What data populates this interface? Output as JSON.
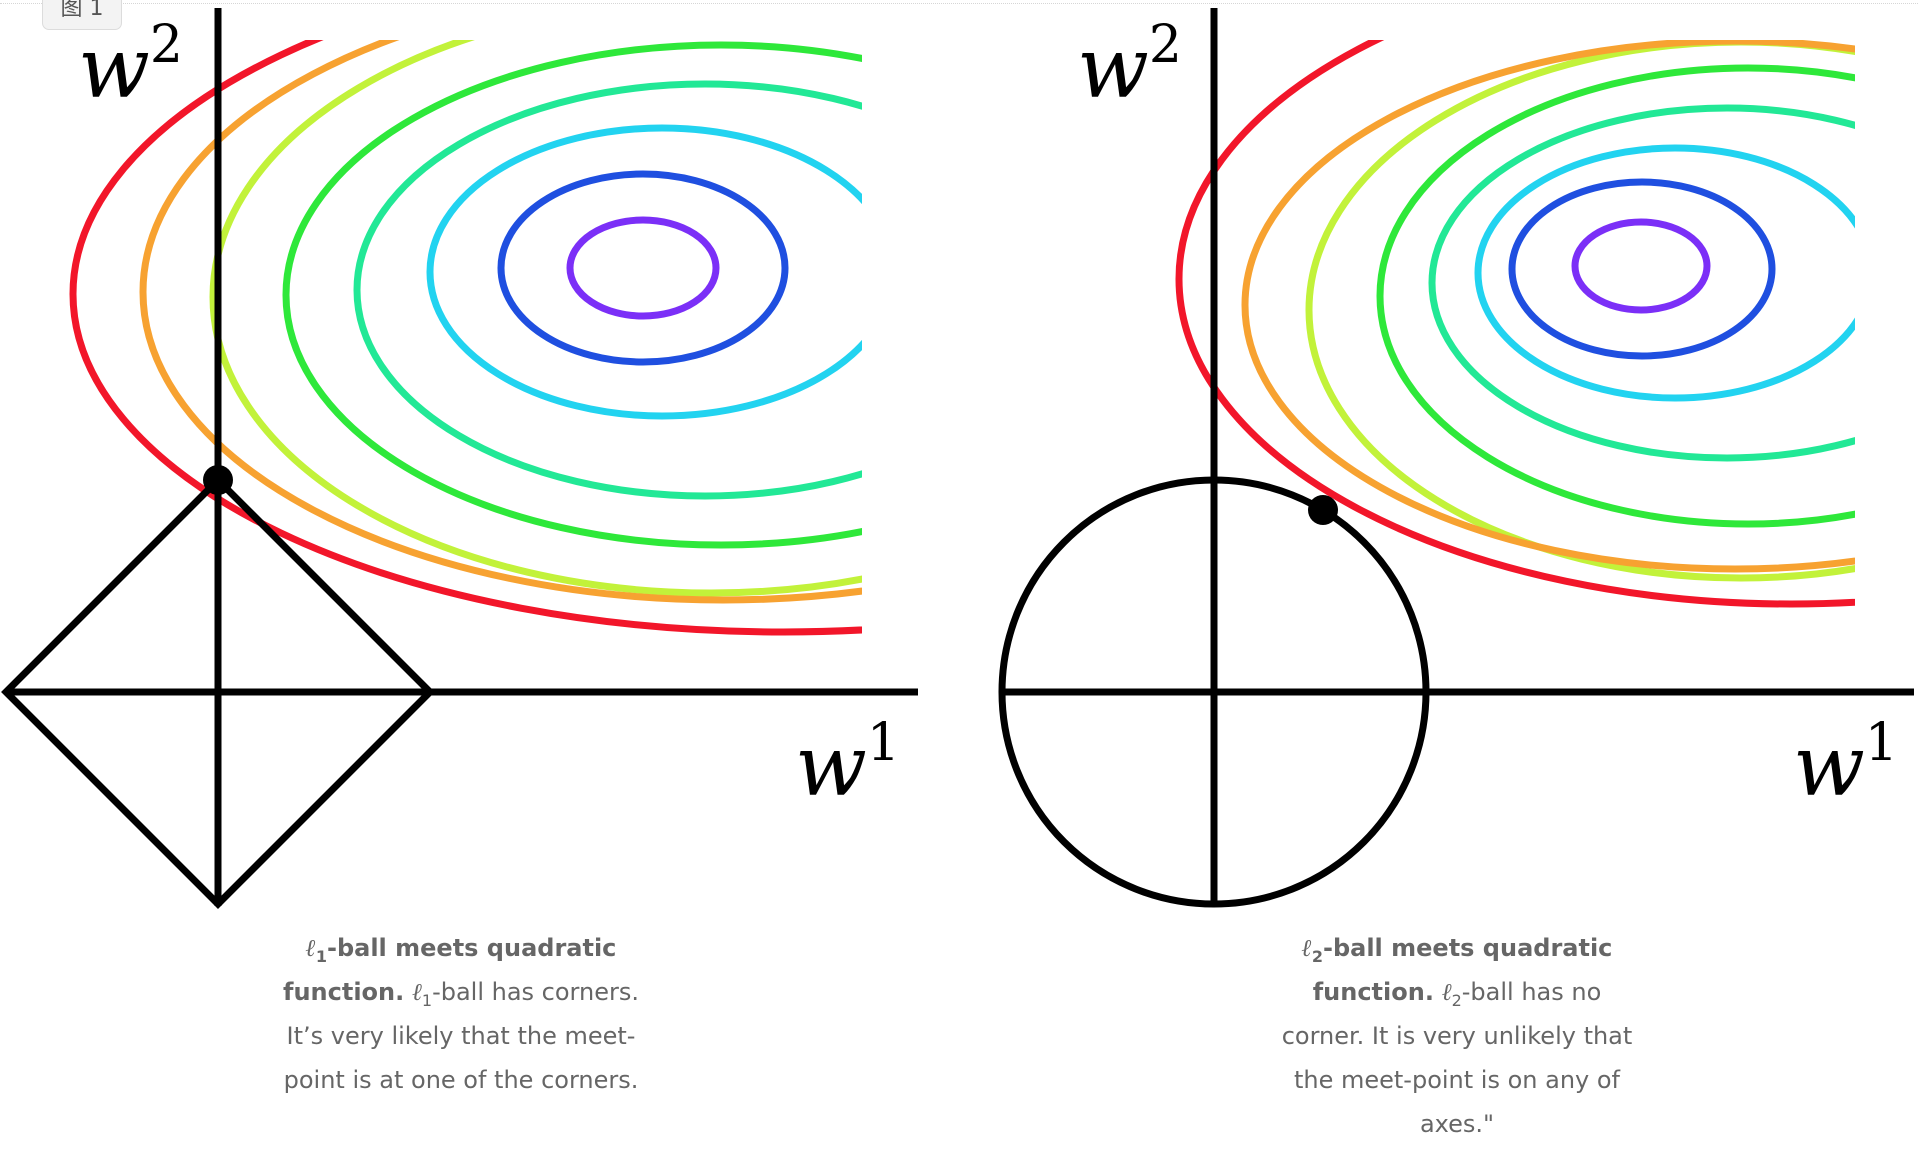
{
  "figure_tag": "图 1",
  "panels": {
    "left": {
      "y_axis_label": "w",
      "y_axis_sup": "2",
      "x_axis_label": "w",
      "x_axis_sup": "1",
      "caption": {
        "symbol": "ℓ",
        "sub": "1",
        "bold_rest": "-ball meets quadratic function.",
        "symbol2": "ℓ",
        "sub2": "1",
        "text": "-ball has corners. It’s very likely that the meet-point is at one of the corners."
      }
    },
    "right": {
      "y_axis_label": "w",
      "y_axis_sup": "2",
      "x_axis_label": "w",
      "x_axis_sup": "1",
      "caption": {
        "symbol": "ℓ",
        "sub": "2",
        "bold_rest": "-ball meets quadratic function.",
        "symbol2": "ℓ",
        "sub2": "2",
        "text": "-ball has no corner. It is very unlikely that the meet-point is on any of axes.\""
      }
    }
  },
  "colors": {
    "contours_inner_to_outer": [
      "#7b2ff7",
      "#1f4fe0",
      "#22d3f0",
      "#22e896",
      "#2ee83a",
      "#c2f23a",
      "#f7a231",
      "#f2162a"
    ],
    "axes": "#000000",
    "caption": "#666666"
  }
}
